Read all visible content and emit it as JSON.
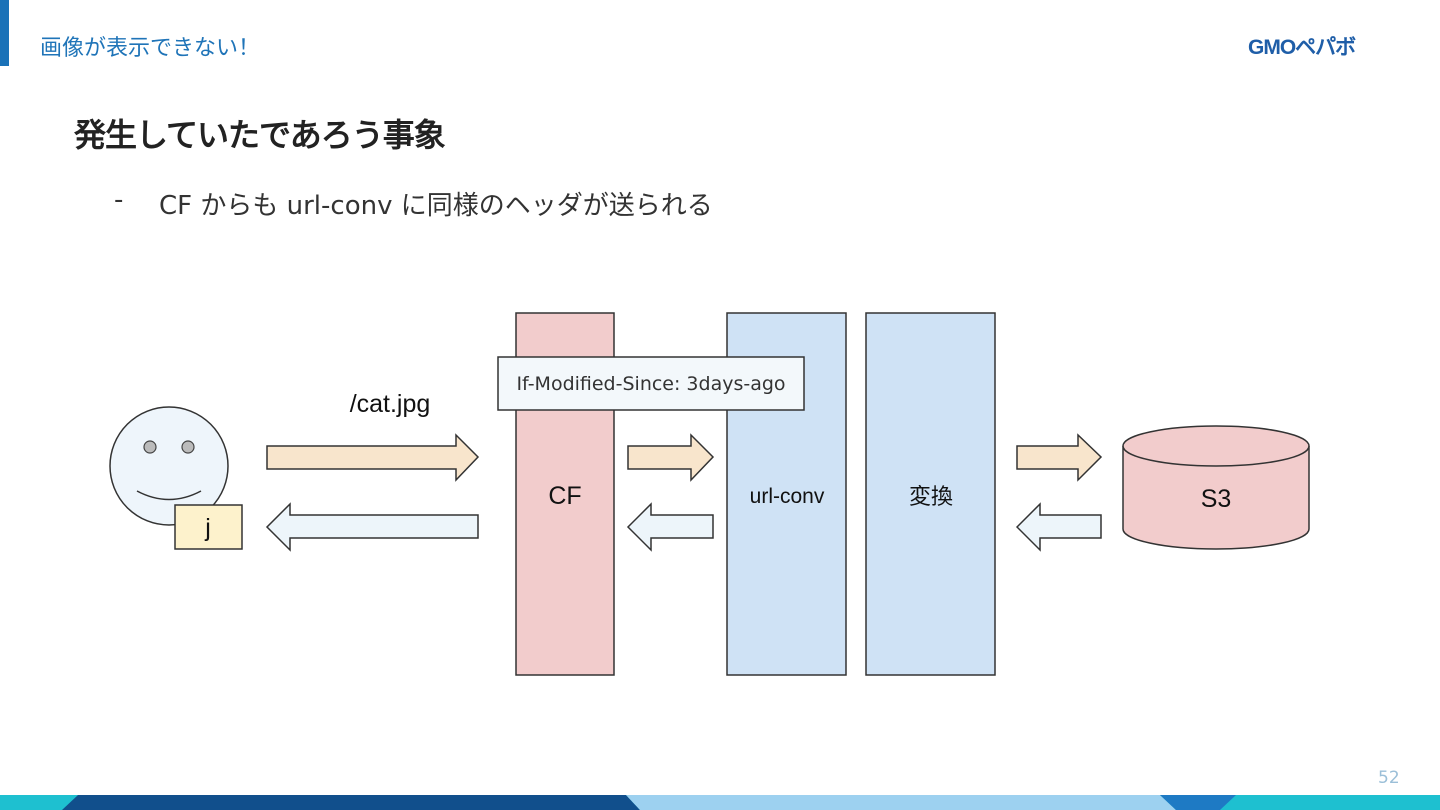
{
  "header": {
    "title": "画像が表示できない！",
    "logo_text": "GMOペパボ",
    "accent_color": "#1a72b8"
  },
  "slide": {
    "title": "発生していたであろう事象",
    "bullet_dash": "-",
    "bullet_text": "CF からも url-conv に同様のヘッダが送られる",
    "page_number": "52"
  },
  "diagram": {
    "request_label": "/cat.jpg",
    "user_icon": "smiley-face-icon",
    "user_badge": "j",
    "header_label": "If-Modified-Since: 3days-ago",
    "nodes": {
      "cf": "CF",
      "url_conv": "url-conv",
      "transform": "変換",
      "storage": "S3"
    },
    "colors": {
      "cf_fill": "#f2cccc",
      "service_fill": "#cfe2f5",
      "storage_fill": "#f2cccc",
      "request_arrow": "#f8e5cc",
      "response_arrow": "#edf5fa",
      "badge_fill": "#fdf2cc",
      "face_fill": "#eef5fb"
    }
  }
}
